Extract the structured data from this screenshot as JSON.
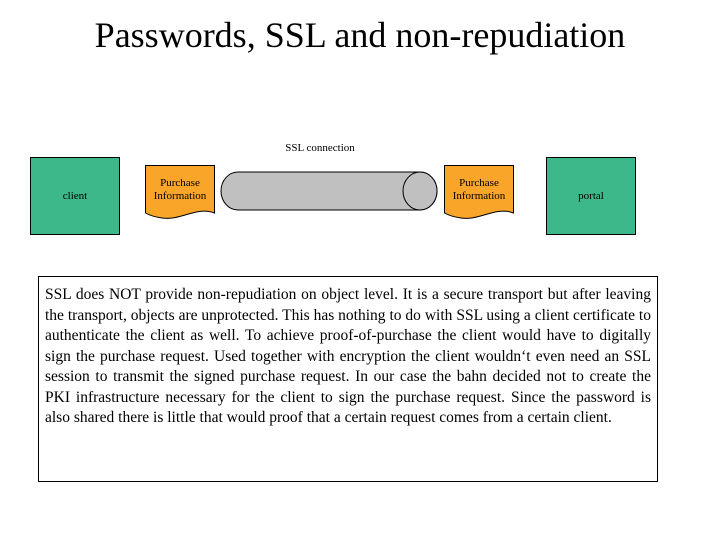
{
  "slide": {
    "title": "Passwords, SSL and non-repudiation"
  },
  "diagram": {
    "ssl_label": "SSL connection",
    "client_label": "client",
    "portal_label": "portal",
    "left_doc_label": "Purchase Information",
    "right_doc_label": "Purchase Information",
    "colors": {
      "endpoint_fill": "#3cb88a",
      "document_fill": "#f8a52a",
      "pipe_fill": "#c0c0c0"
    }
  },
  "note": {
    "text": "SSL does NOT provide non-repudiation on object level. It is a secure transport but after leaving the transport, objects are unprotected. This has nothing to do with SSL using a client certificate to authenticate the client as well. To achieve proof-of-purchase the client would have to digitally sign the purchase request. Used together with encryption the client wouldn‘t even need an SSL session to transmit the signed purchase request. In our case the bahn decided not to create the PKI infrastructure necessary for the client to sign the purchase request. Since the password is also shared there is little that would proof that a certain request comes from a certain client."
  }
}
